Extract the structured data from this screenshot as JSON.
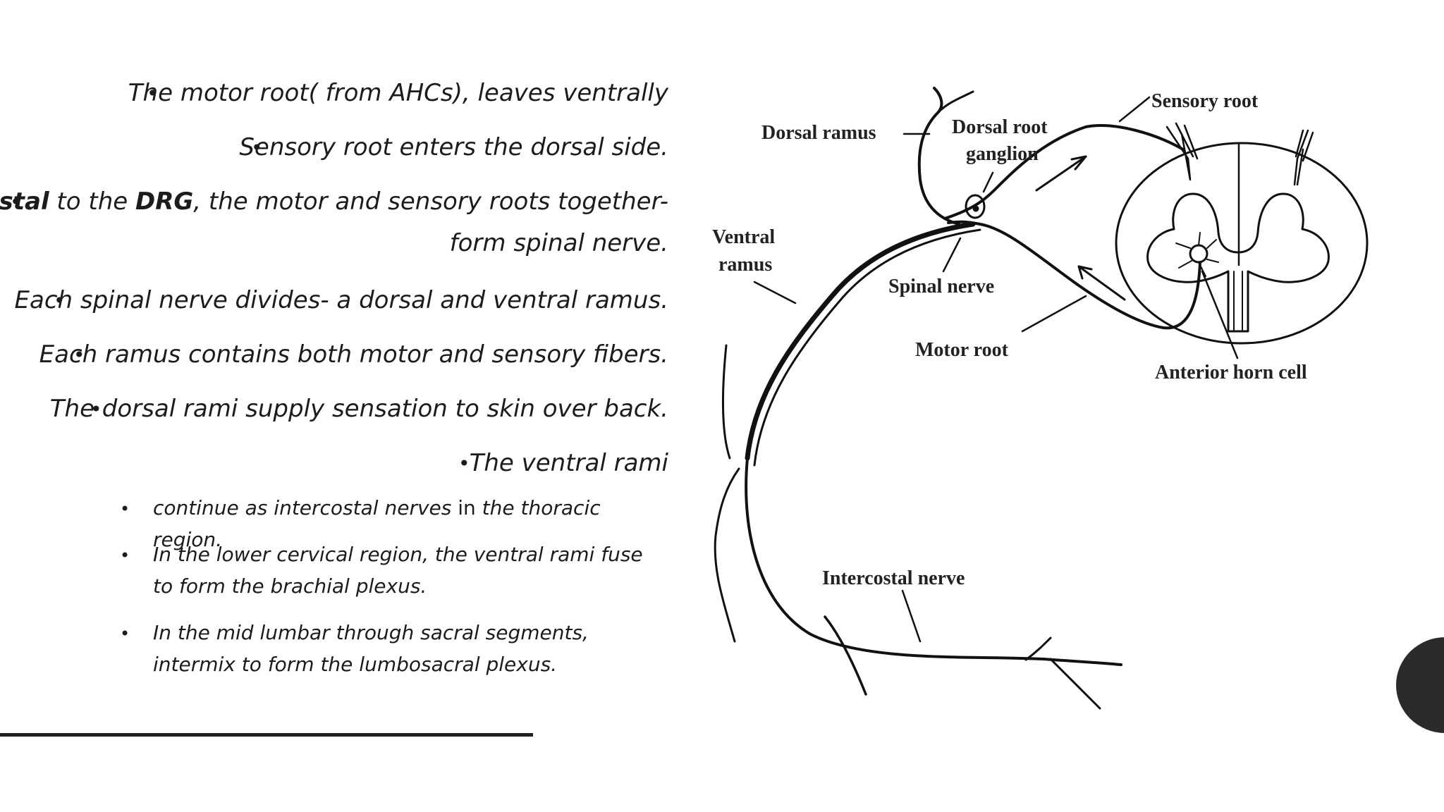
{
  "bullets": {
    "b1": "The motor root( from AHCs), leaves  ventrally",
    "b2": "Sensory root enters the dorsal side.",
    "b3": {
      "bold1": "Distal",
      "mid": " to the ",
      "bold2": "DRG",
      "rest": ", the motor and sensory roots together-",
      "line2": "form spinal nerve."
    },
    "b4": "Each spinal nerve divides- a dorsal and ventral ramus.",
    "b5": "Each ramus contains both motor and sensory fibers.",
    "b6": "The dorsal rami supply sensation to skin over back.",
    "b7": "The ventral rami",
    "sub1": {
      "a": "continue as intercostal nerves",
      "b": " in ",
      "c": "the thoracic region."
    },
    "sub2": "In the lower cervical region, the ventral rami fuse to form the brachial plexus.",
    "sub3": "In the mid lumbar through sacral segments, intermix to form the lumbosacral plexus."
  },
  "diagram": {
    "labels": {
      "sensory_root": "Sensory root",
      "dorsal_ramus": "Dorsal ramus",
      "dorsal_root": "Dorsal root",
      "ganglion": "ganglion",
      "ventral": "Ventral",
      "ramus": "ramus",
      "spinal_nerve": "Spinal nerve",
      "motor_root": "Motor root",
      "anterior_horn_cell": "Anterior horn cell",
      "intercostal_nerve": "Intercostal nerve"
    }
  },
  "colors": {
    "text": "#1c1c1c",
    "rule": "#222222",
    "circle": "#2b2b2b"
  }
}
